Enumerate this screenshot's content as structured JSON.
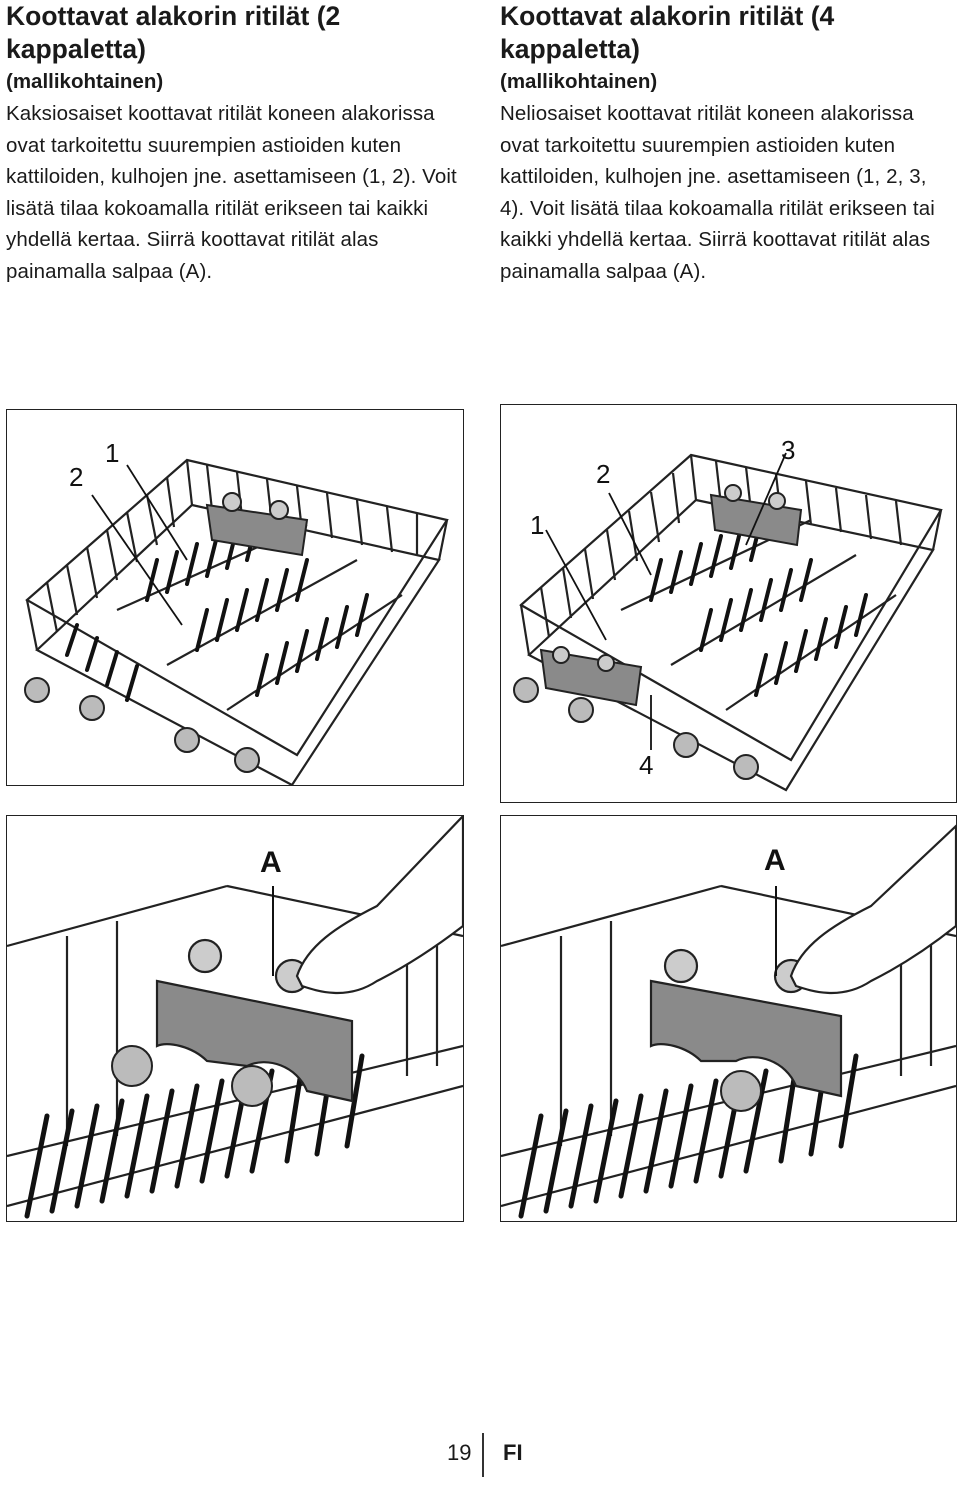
{
  "left": {
    "title": "Koottavat alakorin ritilät (2 kappaletta)",
    "subtitle": "(mallikohtainen)",
    "body": "Kaksiosaiset koottavat ritilät koneen alakorissa ovat tarkoitettu suurempien astioiden kuten kattiloiden, kulhojen jne. asettamiseen (1, 2). Voit lisätä tilaa kokoamalla ritilät erikseen tai kaikki yhdellä kertaa. Siirrä koottavat ritilät alas painamalla salpaa (A)."
  },
  "right": {
    "title": "Koottavat alakorin ritilät (4 kappaletta)",
    "subtitle": "(mallikohtainen)",
    "body": "Neliosaiset koottavat ritilät koneen alakorissa ovat tarkoitettu suurempien astioiden kuten kattiloiden, kulhojen jne. asettamiseen (1, 2, 3, 4). Voit lisätä tilaa kokoamalla ritilät erikseen tai kaikki yhdellä kertaa. Siirrä koottavat ritilät alas painamalla salpaa (A)."
  },
  "figures": {
    "fig1": {
      "labels": [
        "2",
        "1"
      ],
      "description_icon": "two-part-basket-illustration"
    },
    "fig2": {
      "labels": [
        "1",
        "2",
        "3",
        "4"
      ],
      "description_icon": "four-part-basket-illustration"
    },
    "fig3": {
      "label": "A",
      "description_icon": "hand-pressing-latch-illustration"
    },
    "fig4": {
      "label": "A",
      "description_icon": "hand-pressing-latch-illustration"
    }
  },
  "footer": {
    "page_number": "19",
    "language": "FI"
  }
}
